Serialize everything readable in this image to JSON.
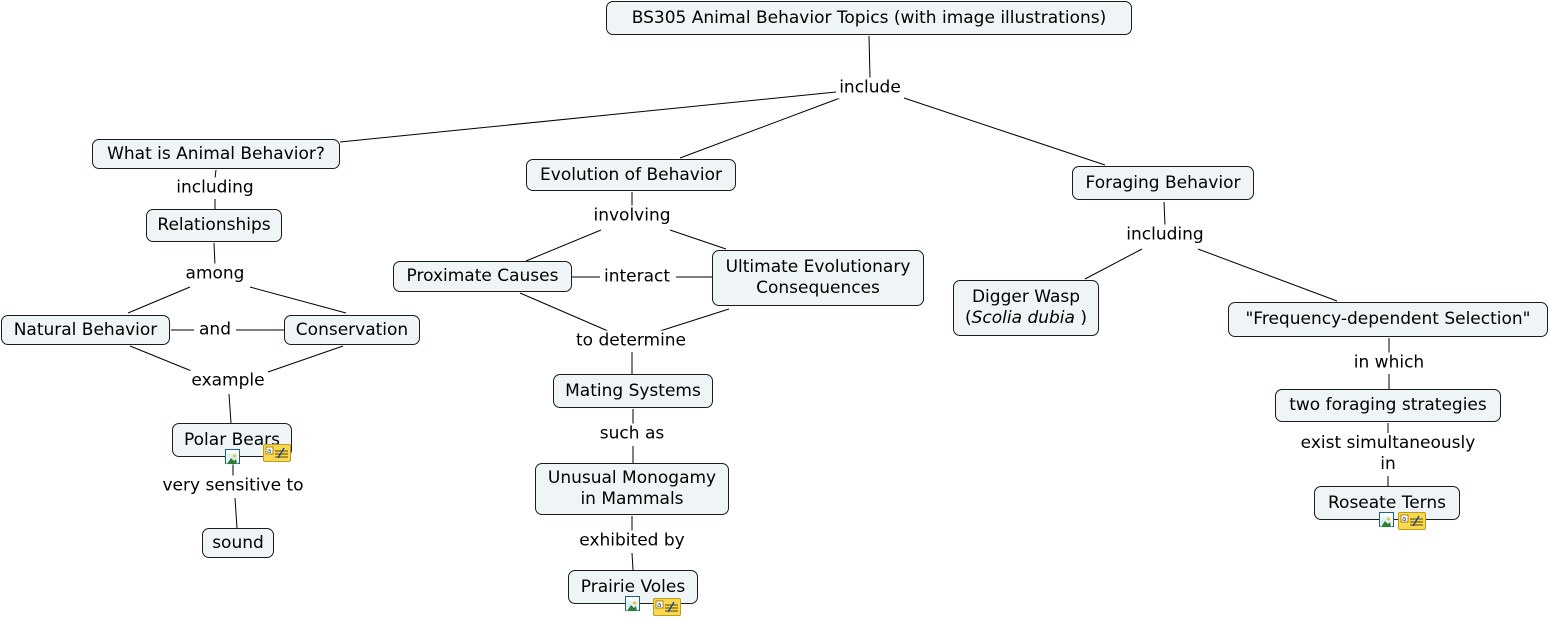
{
  "concepts": {
    "root": "BS305 Animal Behavior Topics (with image illustrations)",
    "what_is": "What is Animal Behavior?",
    "relationships": "Relationships",
    "natural_behavior": "Natural Behavior",
    "conservation": "Conservation",
    "polar_bears": "Polar Bears",
    "sound": "sound",
    "evolution": "Evolution of Behavior",
    "proximate": "Proximate Causes",
    "ultimate_line1": "Ultimate Evolutionary",
    "ultimate_line2": "Consequences",
    "mating_systems": "Mating Systems",
    "monogamy_line1": "Unusual Monogamy",
    "monogamy_line2": "in Mammals",
    "prairie_voles": "Prairie Voles",
    "foraging": "Foraging Behavior",
    "digger_wasp_line1": "Digger Wasp",
    "digger_wasp_paren_open": "(",
    "digger_wasp_species": "Scolia dubia",
    "digger_wasp_paren_close": " )",
    "frequency": "\"Frequency-dependent Selection\"",
    "two_strategies": "two foraging strategies",
    "roseate_terns": "Roseate Terns"
  },
  "links": {
    "include": "include",
    "including_1": "including",
    "among": "among",
    "and": "and",
    "example": "example",
    "very_sensitive_to": "very sensitive to",
    "involving": "involving",
    "interact": "interact",
    "to_determine": "to determine",
    "such_as": "such as",
    "exhibited_by": "exhibited by",
    "including_2": "including",
    "in_which": "in which",
    "exist_line1": "exist simultaneously",
    "exist_line2": "in"
  },
  "resource_icons": {
    "image": "image-resource-icon",
    "note": "text-note-resource-icon"
  }
}
